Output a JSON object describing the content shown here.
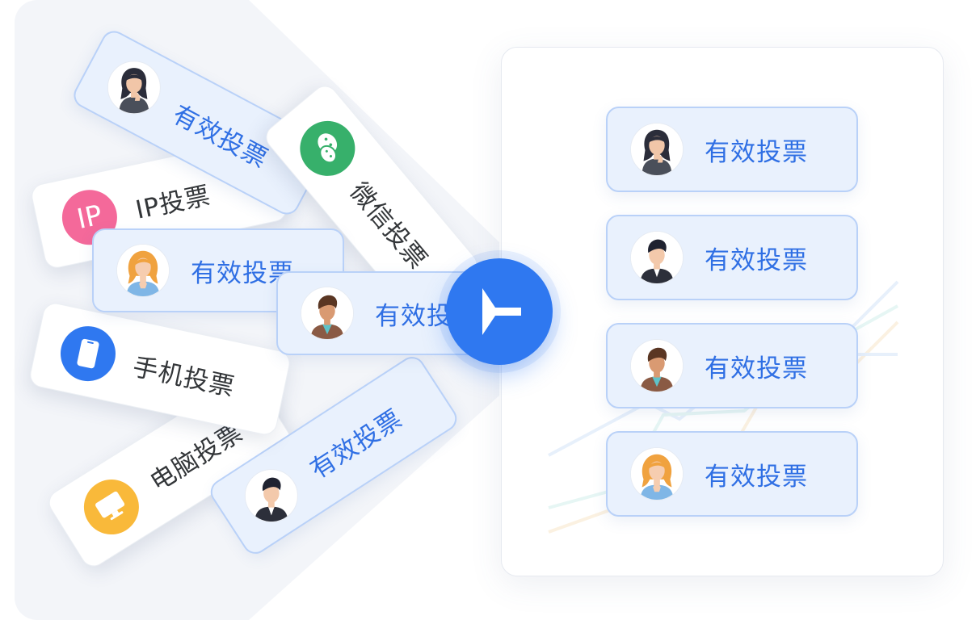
{
  "vote_label": "有效投票",
  "sources": {
    "ip": {
      "label": "IP投票",
      "badge": "IP",
      "color": "#f4699a"
    },
    "wechat": {
      "label": "微信投票",
      "icon": "wechat-icon",
      "color": "#37b06b"
    },
    "mobile": {
      "label": "手机投票",
      "icon": "phone-icon",
      "color": "#2f78f0"
    },
    "pc": {
      "label": "电脑投票",
      "icon": "monitor-icon",
      "color": "#f9b93a"
    }
  },
  "merge": {
    "icon": "merge-arrow-icon",
    "color": "#2f78f0"
  },
  "colors": {
    "card_blue_bg": "#e9f1fd",
    "card_blue_border": "#b9d1f8",
    "accent_text": "#2f6fe4"
  }
}
